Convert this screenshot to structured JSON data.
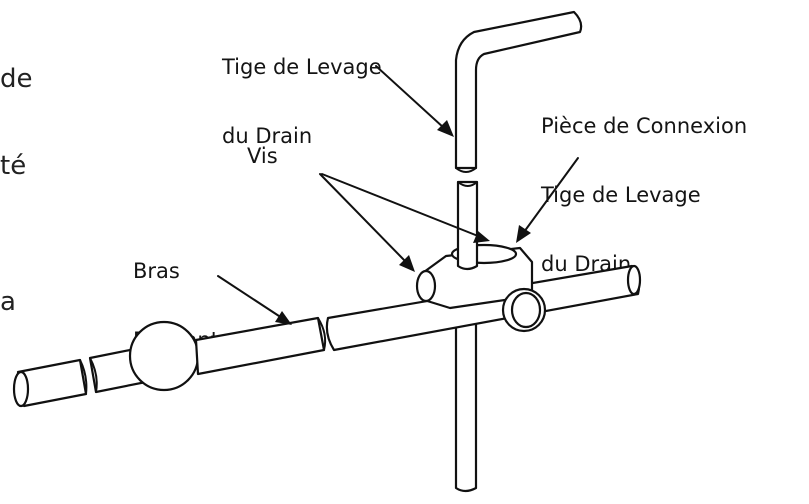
{
  "labels": {
    "tige": [
      "Tige de Levage",
      "du Drain"
    ],
    "piece": [
      "Pièce de Connexion",
      "Tige de Levage",
      "du Drain"
    ],
    "vis": "Vis",
    "bras": [
      "Bras",
      "Pivotant"
    ]
  },
  "edge_text": [
    "de",
    "té",
    "a"
  ],
  "icons": {
    "arrowhead": "filled-triangle"
  }
}
